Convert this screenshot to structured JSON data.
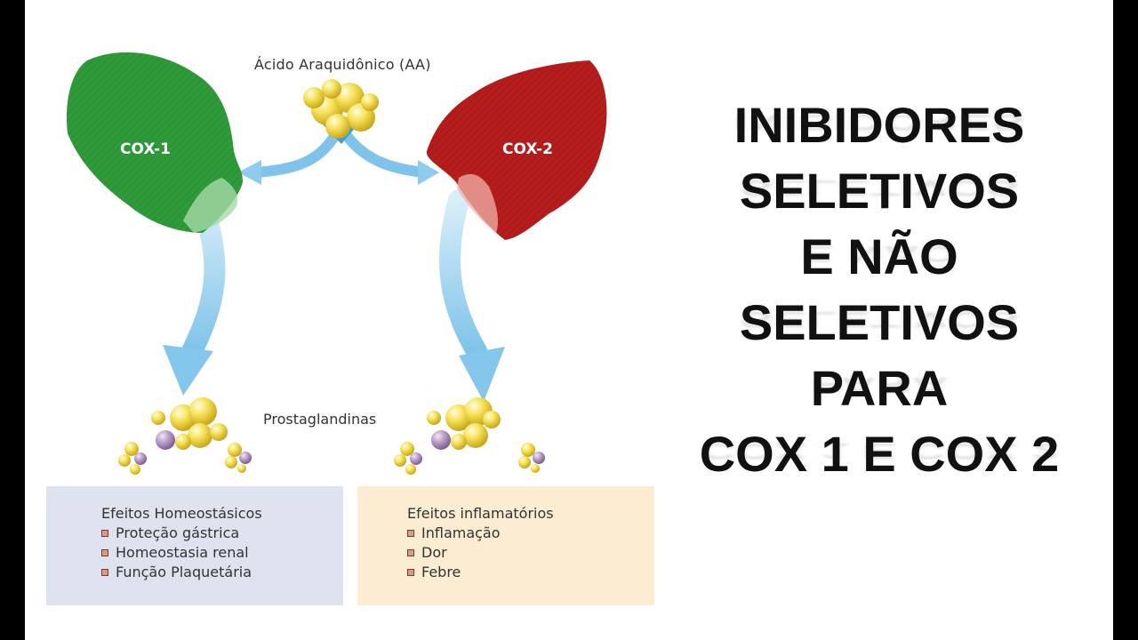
{
  "diagram": {
    "substrate_label": "Ácido Araquidônico (AA)",
    "enzymes": [
      {
        "label": "COX-1",
        "color": "#2e9a3a"
      },
      {
        "label": "COX-2",
        "color": "#b51d1d"
      }
    ],
    "product_label": "Prostaglandinas",
    "arrow_color": "#7fc3ea"
  },
  "effects": {
    "homeostatic": {
      "title": "Efeitos Homeostásicos",
      "items": [
        "Proteção gástrica",
        "Homeostasia renal",
        "Função Plaquetária"
      ],
      "color": "#dfe3ef"
    },
    "inflammatory": {
      "title": "Efeitos inflamatórios",
      "items": [
        "Inflamação",
        "Dor",
        "Febre"
      ],
      "color": "#fcecd2"
    }
  },
  "title": {
    "lines": [
      "INIBIDORES",
      "SELETIVOS",
      "E NÃO",
      "SELETIVOS",
      "PARA",
      "COX 1 E COX 2"
    ]
  }
}
